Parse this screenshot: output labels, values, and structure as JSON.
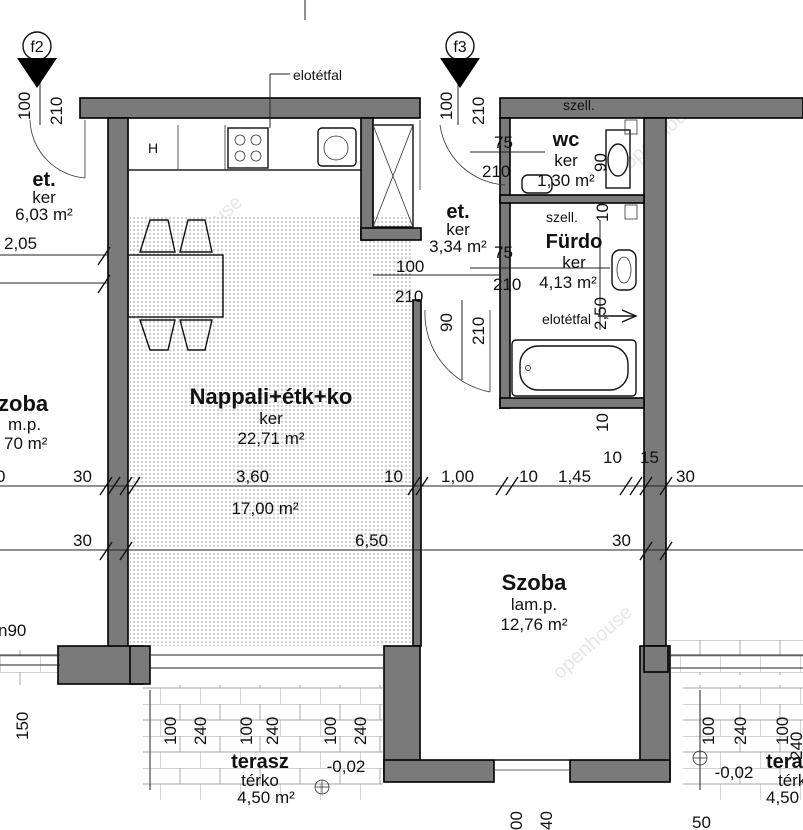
{
  "markers": {
    "f2": "f2",
    "f3": "f3"
  },
  "annotations": {
    "elotetfal_top": "elotétfal",
    "elotetfal_bath": "elotétfal",
    "szell_wc": "szell.",
    "szell_bath": "szell.",
    "stove": "H"
  },
  "rooms": {
    "et_left": {
      "name": "et.",
      "floor": "ker",
      "area": "6,03 m²"
    },
    "et_mid": {
      "name": "et.",
      "floor": "ker",
      "area": "3,34 m²"
    },
    "wc": {
      "name": "wc",
      "floor": "ker",
      "area": "1,30 m²"
    },
    "furdo": {
      "name": "Fürdo",
      "floor": "ker",
      "area": "4,13 m²"
    },
    "nappali": {
      "name": "Nappali+étk+ko",
      "floor": "ker",
      "area": "22,71 m²",
      "sub_area": "17,00 m²"
    },
    "szoba_left": {
      "name": "zoba",
      "floor": "m.p.",
      "area": "70 m²"
    },
    "szoba_right": {
      "name": "Szoba",
      "floor": "lam.p.",
      "area": "12,76 m²"
    },
    "terasz_left": {
      "name": "terasz",
      "floor": "térko",
      "area": "4,50 m²",
      "level": "-0,02"
    },
    "terasz_right": {
      "name": "tera",
      "floor": "térk",
      "area": "4,50",
      "level": "-0,02"
    }
  },
  "dimensions": {
    "d_100_f2": "100",
    "d_210_f2": "210",
    "d_100_f3": "100",
    "d_210_f3": "210",
    "d_75_wc": "75",
    "d_210_wc": "210",
    "d_90_wc": "90",
    "d_10_wc": "10",
    "d_75_bath": "75",
    "d_210_bath": "210",
    "d_250": "2,50",
    "d_10_bath": "10",
    "d_100_mid": "100",
    "d_210_mid": "210",
    "d_90_mid": "90",
    "d_210_mid_v": "210",
    "d_205": "2,05",
    "row1": [
      "0",
      "30",
      "3,60",
      "10",
      "1,00",
      "10",
      "1,45",
      "10",
      "15",
      "30"
    ],
    "row2": [
      "30",
      "6,50",
      "30"
    ],
    "d_n90": "n90",
    "d_150": "150",
    "terrace_left": [
      "100",
      "240",
      "100",
      "240",
      "100",
      "240"
    ],
    "terrace_right": [
      "100",
      "240",
      "100",
      "240"
    ],
    "bottom": [
      "00",
      "40",
      "50"
    ]
  }
}
